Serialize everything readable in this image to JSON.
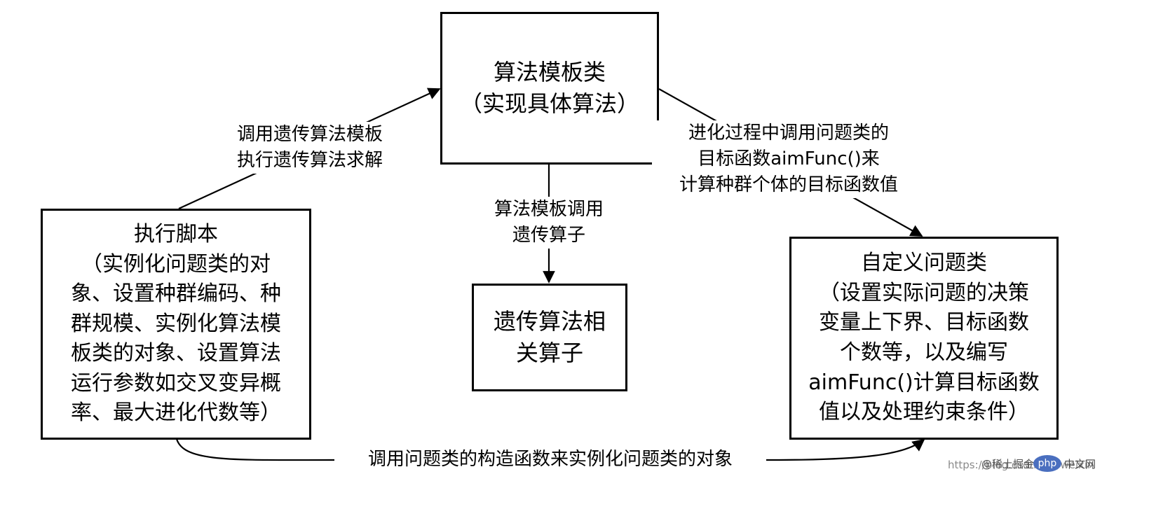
{
  "nodes": {
    "algorithm_template": {
      "lines": [
        "算法模板类",
        "（实现具体算法）"
      ]
    },
    "execution_script": {
      "lines": [
        "执行脚本",
        "（实例化问题类的对",
        "象、设置种群编码、种",
        "群规模、实例化算法模",
        "板类的对象、设置算法",
        "运行参数如交叉变异概",
        "率、最大进化代数等）"
      ]
    },
    "genetic_operators": {
      "lines": [
        "遗传算法相",
        "关算子"
      ]
    },
    "custom_problem": {
      "lines": [
        "自定义问题类",
        "（设置实际问题的决策",
        "变量上下界、目标函数",
        "个数等，以及编写",
        "aimFunc()计算目标函数",
        "值以及处理约束条件）"
      ]
    }
  },
  "edges": {
    "script_to_template": {
      "lines": [
        "调用遗传算法模板",
        "执行遗传算法求解"
      ]
    },
    "template_to_operators": {
      "lines": [
        "算法模板调用",
        "遗传算子"
      ]
    },
    "template_to_problem": {
      "lines": [
        "进化过程中调用问题类的",
        "目标函数aimFunc()来",
        "计算种群个体的目标函数值"
      ]
    },
    "script_to_problem": {
      "lines": [
        "调用问题类的构造函数来实例化问题类的对象"
      ]
    }
  },
  "watermark": {
    "site": "https://blog.csdn.net/weixin",
    "brand": "@稀土掘金",
    "php_badge": "php",
    "php_site": "中文网"
  }
}
